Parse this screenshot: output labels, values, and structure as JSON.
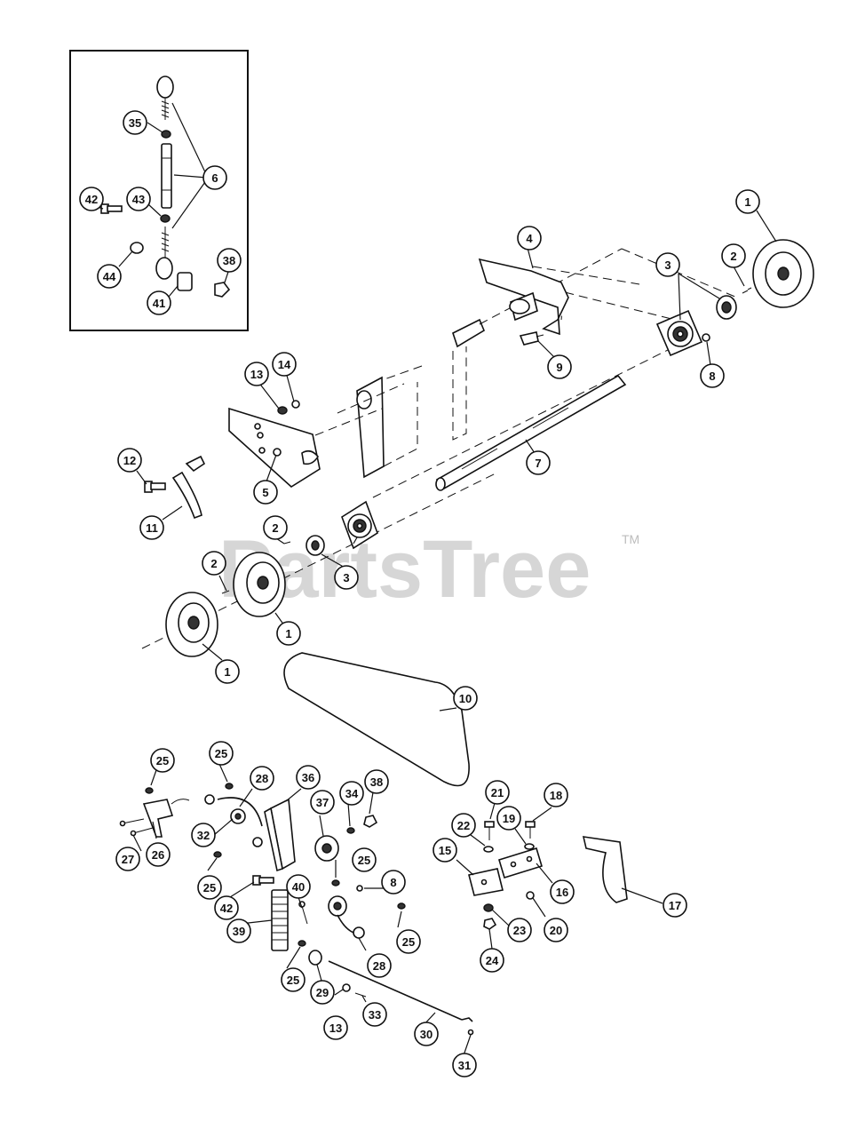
{
  "watermark": {
    "text": "PartsTree",
    "trademark": "TM"
  },
  "callouts": [
    {
      "label": "35"
    },
    {
      "label": "6"
    },
    {
      "label": "42"
    },
    {
      "label": "43"
    },
    {
      "label": "44"
    },
    {
      "label": "38"
    },
    {
      "label": "41"
    },
    {
      "label": "1"
    },
    {
      "label": "2"
    },
    {
      "label": "3"
    },
    {
      "label": "4"
    },
    {
      "label": "8"
    },
    {
      "label": "9"
    },
    {
      "label": "13"
    },
    {
      "label": "14"
    },
    {
      "label": "12"
    },
    {
      "label": "5"
    },
    {
      "label": "7"
    },
    {
      "label": "11"
    },
    {
      "label": "2"
    },
    {
      "label": "2"
    },
    {
      "label": "3"
    },
    {
      "label": "1"
    },
    {
      "label": "1"
    },
    {
      "label": "10"
    },
    {
      "label": "25"
    },
    {
      "label": "25"
    },
    {
      "label": "28"
    },
    {
      "label": "36"
    },
    {
      "label": "37"
    },
    {
      "label": "34"
    },
    {
      "label": "38"
    },
    {
      "label": "32"
    },
    {
      "label": "27"
    },
    {
      "label": "26"
    },
    {
      "label": "25"
    },
    {
      "label": "25"
    },
    {
      "label": "42"
    },
    {
      "label": "40"
    },
    {
      "label": "8"
    },
    {
      "label": "39"
    },
    {
      "label": "25"
    },
    {
      "label": "28"
    },
    {
      "label": "25"
    },
    {
      "label": "29"
    },
    {
      "label": "13"
    },
    {
      "label": "33"
    },
    {
      "label": "30"
    },
    {
      "label": "31"
    },
    {
      "label": "21"
    },
    {
      "label": "18"
    },
    {
      "label": "22"
    },
    {
      "label": "19"
    },
    {
      "label": "15"
    },
    {
      "label": "16"
    },
    {
      "label": "17"
    },
    {
      "label": "23"
    },
    {
      "label": "20"
    },
    {
      "label": "24"
    }
  ]
}
